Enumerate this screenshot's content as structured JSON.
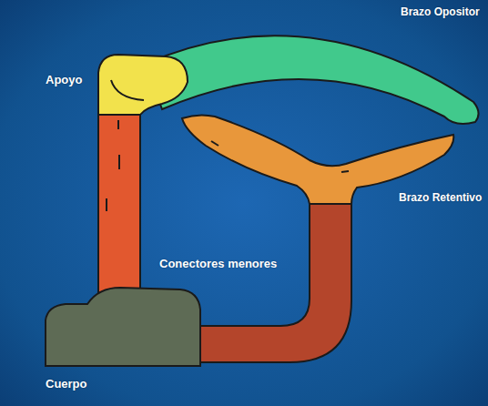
{
  "diagram": {
    "labels": [
      "Brazo Opositor",
      "Apoyo",
      "Brazo Retentivo",
      "Conectores menores",
      "Cuerpo"
    ]
  }
}
